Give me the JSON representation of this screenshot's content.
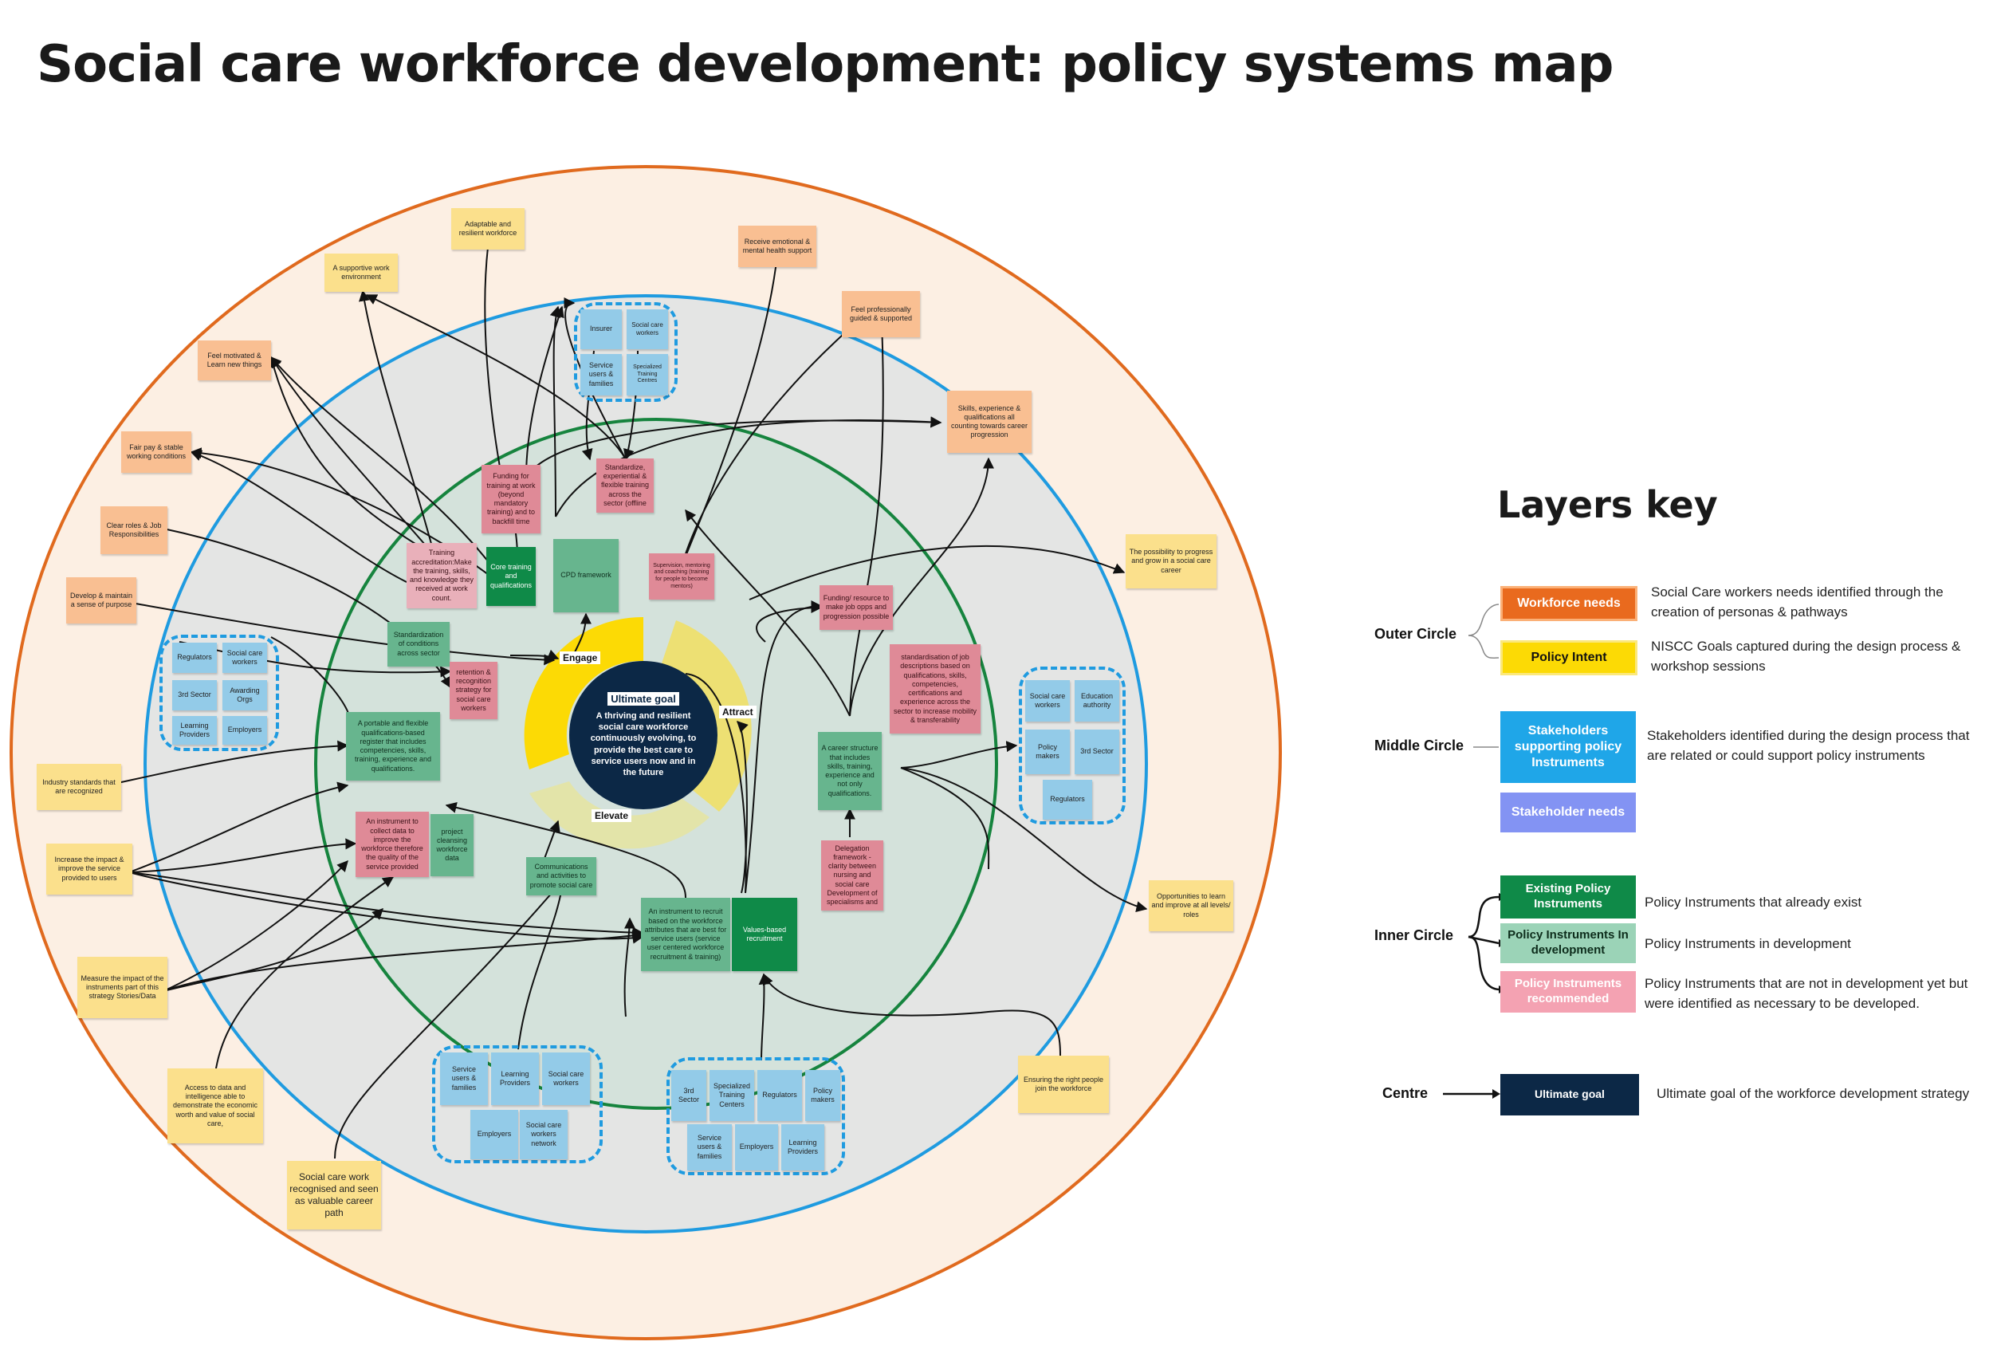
{
  "title": "Social care workforce development: policy systems map",
  "goal": {
    "label": "Ultimate goal",
    "text": "A thriving and resilient social care workforce continuously evolving, to provide the best care to service users now and in the future"
  },
  "segments": [
    "Engage",
    "Attract",
    "Elevate"
  ],
  "outer_needs": {
    "receive_support": "Receive emotional & mental health support",
    "feel_guided": "Feel professionally guided & supported",
    "skills_count": "Skills, experience & qualifications all counting towards career progression",
    "feel_motivated": "Feel motivated & Learn new things",
    "fair_pay": "Fair pay & stable working conditions",
    "clear_roles": "Clear roles & Job Responsibilities",
    "sense_purpose": "Develop & maintain a sense of purpose"
  },
  "outer_intents": {
    "adaptable": "Adaptable and resilient workforce",
    "supportive_env": "A supportive work environment",
    "possibility": "The possibility to progress and grow in a social care career",
    "standards": "Industry standards that are recognized",
    "impact": "Increase the impact & improve the service provided to users",
    "measure": "Measure the impact of the instruments part of this strategy Stories/Data",
    "access_data": "Access to data and intelligence able to demonstrate the economic worth and value of social care,",
    "recognised": "Social care work recognised and seen as valuable career path",
    "opportunities": "Opportunities to learn and improve at all levels/ roles",
    "right_people": "Ensuring the right people join the workforce"
  },
  "stakeholders": {
    "top": [
      "Insurer",
      "Social care workers",
      "Service users & families",
      "Specialized Training Centres"
    ],
    "left": [
      "Regulators",
      "Social care workers",
      "3rd Sector",
      "Awarding Orgs",
      "Learning Providers",
      "Employers"
    ],
    "right": [
      "Social care workers",
      "Education authority",
      "Policy makers",
      "3rd Sector",
      "Regulators"
    ],
    "bottom_left": [
      "Service users & families",
      "Learning Providers",
      "Social care workers",
      "Employers",
      "Social care workers network"
    ],
    "bottom_right": [
      "3rd Sector",
      "Specialized Training Centers",
      "Regulators",
      "Policy makers",
      "Service users & families",
      "Employers",
      "Learning Providers"
    ]
  },
  "instruments": {
    "funding_training": "Funding for training at work (beyond mandatory training) and to backfill time",
    "standardize_training": "Standardize, experiential & flexible training across the sector (offline",
    "training_accreditation": "Training accreditation:Make the training, skills, and knowledge they received at work count.",
    "core_training": "Core training and qualifications",
    "cpd": "CPD framework",
    "supervision": "Supervision, mentoring and coaching (training for people to become mentors)",
    "funding_resource": "Funding/ resource to make job opps and progression possible",
    "standardization_conditions": "Standardization of conditions across sector",
    "retention": "retention & recognition strategy for social care workers",
    "job_descriptions": "standardisation of job descriptions based on qualifications, skills, competencies, certifications and experience across the sector to increase mobility & transferability",
    "register": "A portable and flexible qualifications-based register that includes competencies, skills, training, experience and qualifications.",
    "career_structure": "A career structure that includes skills, training, experience and not only qualifications.",
    "collect_data": "An instrument to collect data to improve the workforce therefore the quality of the service provided",
    "cleansing": "project cleansing workforce data",
    "delegation": "Delegation framework - clarity between nursing and social care Development of specialisms and",
    "communications": "Communications and activities to promote social care",
    "recruit": "An instrument to recruit based on the workforce attributes that are best for service users (service user centered workforce recruitment & training)",
    "values_based": "Values-based recruitment"
  },
  "key": {
    "title": "Layers key",
    "outer_label": "Outer Circle",
    "middle_label": "Middle Circle",
    "inner_label": "Inner Circle",
    "centre_label": "Centre",
    "workforce_needs": "Workforce needs",
    "workforce_needs_desc": "Social Care workers needs identified through the creation of personas & pathways",
    "policy_intent": "Policy Intent",
    "policy_intent_desc": "NISCC Goals captured during the design process & workshop sessions",
    "stake_support": "Stakeholders supporting policy Instruments",
    "stake_support_desc": "Stakeholders identified during the design process that are related or could support policy instruments",
    "stake_needs": "Stakeholder needs",
    "existing": "Existing Policy Instruments",
    "existing_desc": "Policy Instruments that already exist",
    "in_dev": "Policy Instruments In development",
    "in_dev_desc": "Policy Instruments in development",
    "recommended": "Policy Instruments recommended",
    "recommended_desc": "Policy Instruments that are not in development yet but were identified as necessary to be developed.",
    "ultimate": "Ultimate goal",
    "ultimate_desc": "Ultimate goal of the workforce development strategy"
  },
  "colors": {
    "outer_ring": "#e06a1e",
    "outer_fill": "#fcefe3",
    "middle_ring": "#1f9be0",
    "inner_ring": "#16843e",
    "goal": "#0c2846",
    "need": "#f9bf92",
    "intent": "#fbe08c",
    "stakeholder": "#93cbe8",
    "stake_needs": "#8393f3",
    "existing": "#0f8a48",
    "in_dev": "#67b58e",
    "recommended": "#df8a97"
  }
}
